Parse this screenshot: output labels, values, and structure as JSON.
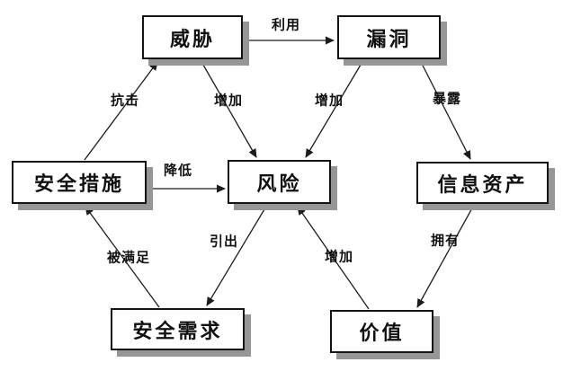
{
  "diagram": {
    "title_hint": "security-risk-relationship-model",
    "background_color": "#ffffff",
    "box_fill_color": "#ffffff",
    "box_border_color": "#141414",
    "box_shadow_color": "#969696",
    "line_color": "#1c1c1c",
    "text_color": "#111111",
    "nodes": [
      {
        "id": "threat",
        "label": "威胁"
      },
      {
        "id": "vulnerability",
        "label": "漏洞"
      },
      {
        "id": "safeguards",
        "label": "安全措施"
      },
      {
        "id": "risk",
        "label": "风险"
      },
      {
        "id": "assets",
        "label": "信息资产"
      },
      {
        "id": "requirements",
        "label": "安全需求"
      },
      {
        "id": "value",
        "label": "价值"
      }
    ],
    "edges": [
      {
        "from": "threat",
        "to": "vulnerability",
        "label": "利用"
      },
      {
        "from": "safeguards",
        "to": "threat",
        "label": "抗击"
      },
      {
        "from": "threat",
        "to": "risk",
        "label": "增加"
      },
      {
        "from": "vulnerability",
        "to": "risk",
        "label": "增加"
      },
      {
        "from": "vulnerability",
        "to": "assets",
        "label": "暴露"
      },
      {
        "from": "safeguards",
        "to": "risk",
        "label": "降低"
      },
      {
        "from": "requirements",
        "to": "safeguards",
        "label": "被满足"
      },
      {
        "from": "risk",
        "to": "requirements",
        "label": "引出"
      },
      {
        "from": "value",
        "to": "risk",
        "label": "增加"
      },
      {
        "from": "assets",
        "to": "value",
        "label": "拥有"
      }
    ]
  }
}
